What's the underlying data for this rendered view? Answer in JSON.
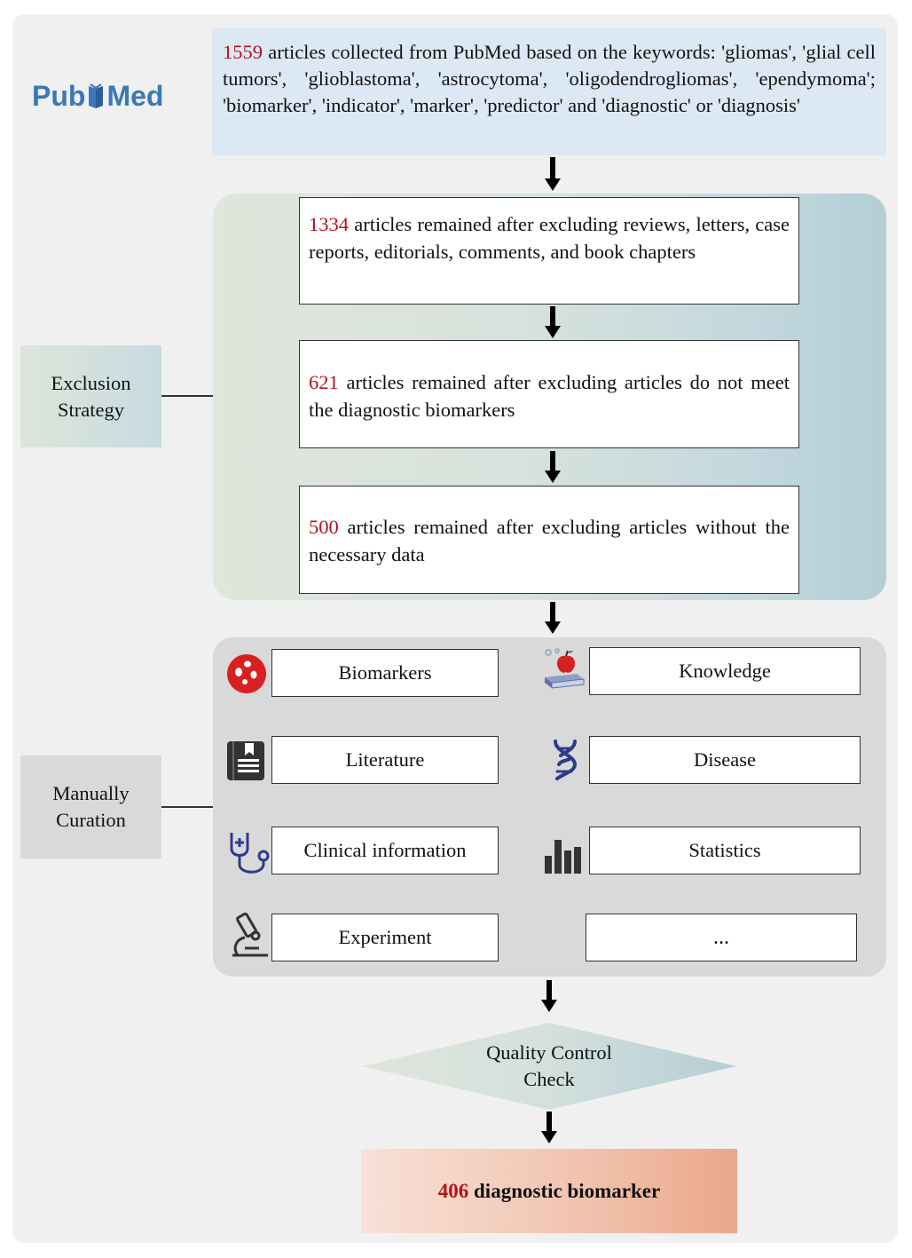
{
  "logo": {
    "text_left": "Pub",
    "text_right": "Med",
    "color": "#3a78b8"
  },
  "source": {
    "count": "1559",
    "text": " articles collected from PubMed based on the keywords: 'gliomas', 'glial cell tumors', 'glioblastoma', 'astrocytoma', 'oligodendrogliomas', 'ependymoma';  'biomarker', 'indicator', 'marker', 'predictor' and 'diagnostic' or 'diagnosis'"
  },
  "exclusion": {
    "label_line1": "Exclusion",
    "label_line2": "Strategy",
    "steps": [
      {
        "count": "1334",
        "text": " articles remained after excluding reviews, letters, case reports, editorials, comments, and book chapters"
      },
      {
        "count": "621",
        "text": " articles remained after excluding articles do not meet the diagnostic biomarkers"
      },
      {
        "count": "500",
        "text": " articles remained after excluding articles without the necessary data"
      }
    ]
  },
  "curation": {
    "label_line1": "Manually",
    "label_line2": "Curation",
    "items": [
      {
        "label": "Biomarkers",
        "icon": "cell-icon"
      },
      {
        "label": "Knowledge",
        "icon": "apple-book-icon"
      },
      {
        "label": "Literature",
        "icon": "book-icon"
      },
      {
        "label": "Disease",
        "icon": "dna-icon"
      },
      {
        "label": "Clinical information",
        "icon": "stethoscope-icon"
      },
      {
        "label": "Statistics",
        "icon": "bar-chart-icon"
      },
      {
        "label": "Experiment",
        "icon": "microscope-icon"
      },
      {
        "label": "...",
        "icon": ""
      }
    ]
  },
  "quality": {
    "line1": "Quality Control",
    "line2": "Check"
  },
  "result": {
    "count": "406",
    "text": " diagnostic biomarker"
  },
  "colors": {
    "highlight": "#b5121b",
    "icon_blue": "#2d3a8c",
    "icon_red": "#d92020",
    "icon_dark": "#333333"
  }
}
